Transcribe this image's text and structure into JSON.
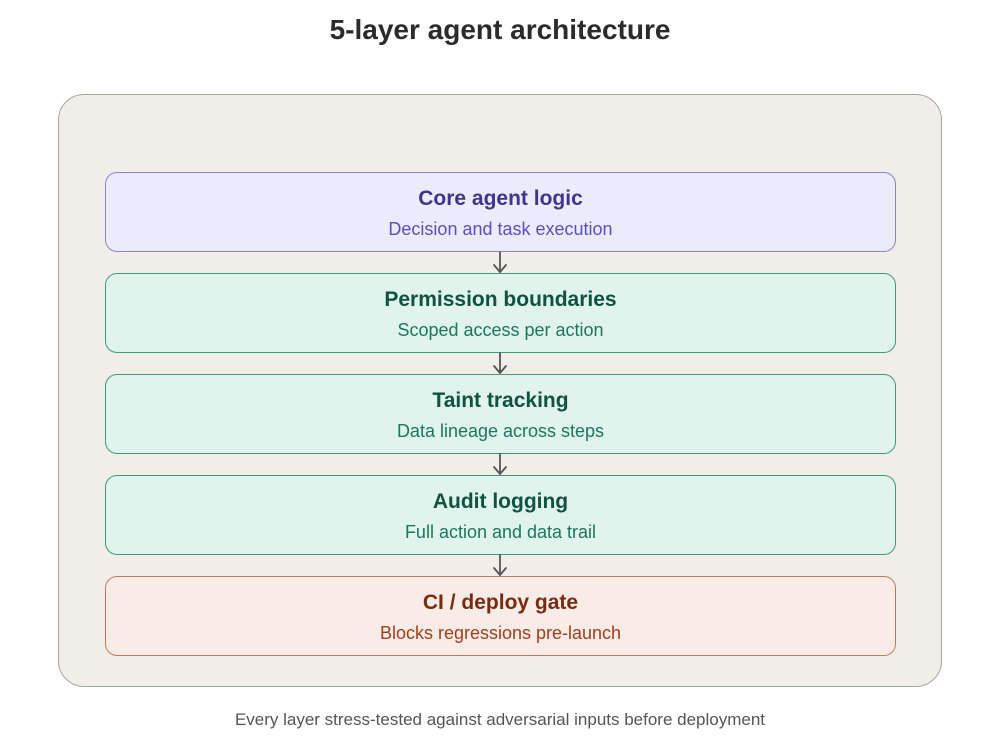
{
  "title": "5-layer agent architecture",
  "layers": [
    {
      "title": "Core agent logic",
      "subtitle": "Decision and task execution"
    },
    {
      "title": "Permission boundaries",
      "subtitle": "Scoped access per action"
    },
    {
      "title": "Taint tracking",
      "subtitle": "Data lineage across steps"
    },
    {
      "title": "Audit logging",
      "subtitle": "Full action and data trail"
    },
    {
      "title": "CI / deploy gate",
      "subtitle": "Blocks regressions pre-launch"
    }
  ],
  "footer": "Every layer stress-tested against adversarial inputs before deployment",
  "colors": {
    "core": "#ecebfd",
    "middle": "#e0f3ec",
    "gate": "#f9ebe5",
    "frame": "#f1eee9"
  }
}
